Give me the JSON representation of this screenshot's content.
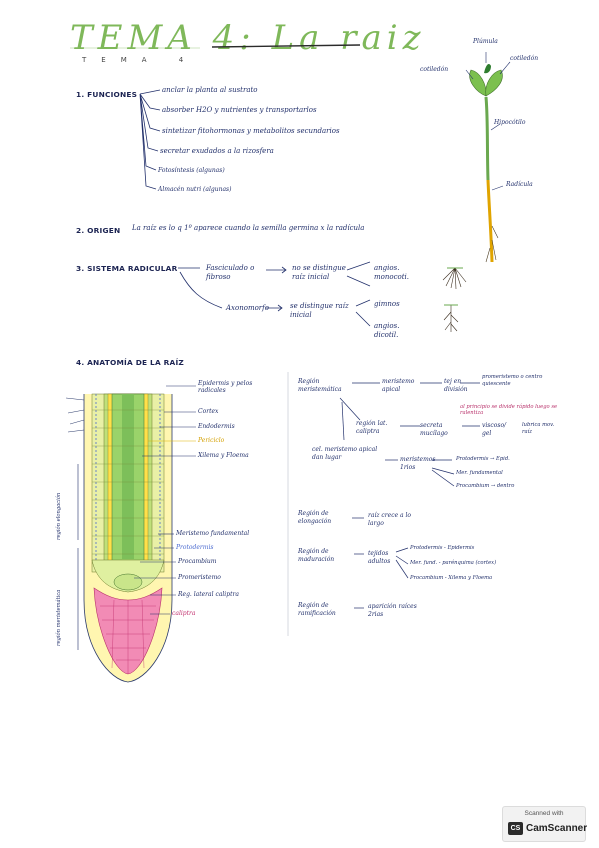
{
  "title": {
    "main": "TEMA 4: La raiz",
    "sub": "TEMA 4"
  },
  "sections": {
    "funciones": {
      "heading": "1. FUNCIONES",
      "items": [
        "anclar la planta al sustrato",
        "absorber H2O y nutrientes y transportarlos",
        "sintetizar fitohormonas y metabolitos secundarios",
        "secretar exudados a la rizosfera",
        "Fotosíntesis (algunas)",
        "Almacén nutri (algunas)"
      ]
    },
    "origen": {
      "heading": "2. ORIGEN",
      "text": "La raíz es lo q 1º aparece cuando la semilla germina x la radícula"
    },
    "sistema": {
      "heading": "3. SISTEMA RADICULAR",
      "fasciculado": "Fasciculado o fibroso",
      "no_distingue": "no se distingue raíz inicial",
      "angios_mono": "angios. monocoti.",
      "axonomorfo": "Axonomorfo",
      "si_distingue": "se distingue raíz inicial",
      "gimnos": "gimnos",
      "angios_dicot": "angios. dicotil."
    },
    "anatomia": {
      "heading": "4. ANATOMÍA DE LA RAÍZ",
      "labels": {
        "epidermis": "Epidermis y pelos radicales",
        "cortex": "Cortex",
        "endodermis": "Endodermis",
        "periciclo": "Periciclo",
        "xilema": "Xilema y Floema",
        "meristemo_fund": "Meristemo fundamental",
        "protodermis": "Protodermis",
        "procambium": "Procambium",
        "promeristemo": "Promeristemo",
        "reg_lateral": "Reg. lateral caliptra",
        "caliptra": "caliptra"
      },
      "side_labels": {
        "elongacion": "región elongación",
        "meristematica": "región meristemática"
      },
      "regions": {
        "meristematica": "Región meristemática",
        "meristemo_apical": "meristemo apical",
        "en_division": "tej en división",
        "promeristemo": "promeristemo o centro quiescente",
        "al_principio": "al principio se divide rápido luego se ralentiza",
        "reg_lat": "región lat. caliptra",
        "secreta": "secreta mucílago",
        "viscoso": "viscoso/ gel",
        "lubrica": "lubrica mov. raíz",
        "cel_meristemo": "cel. meristemo apical dan lugar",
        "meristemos_1": "meristemos 1rios",
        "protodermis_f": "Protodermis → Epid.",
        "mer_fund": "Mer. fundamental",
        "procambium_f": "Procambium → dentro",
        "elongacion": "Región de elongación",
        "raiz_crece": "raíz crece a lo largo",
        "maduracion": "Región de maduración",
        "tejidos": "tejidos adultos",
        "protodermis_e": "Protodermis - Epidermis",
        "mer_fund_2": "Mer. fund. - parénquima (cortex)",
        "procambium_x": "Procambium - Xilema y Floema",
        "ramificacion": "Región de ramificación",
        "aparicion": "aparición raíces 2rias"
      }
    },
    "plant": {
      "plumula": "Plúmula",
      "cotiledon_l": "cotiledón",
      "cotiledon_r": "cotiledón",
      "hipocotilo": "Hipocótilo",
      "radicula": "Radícula"
    }
  },
  "scanner": {
    "top": "Scanned with",
    "name": "CamScanner",
    "logo": "CS"
  }
}
